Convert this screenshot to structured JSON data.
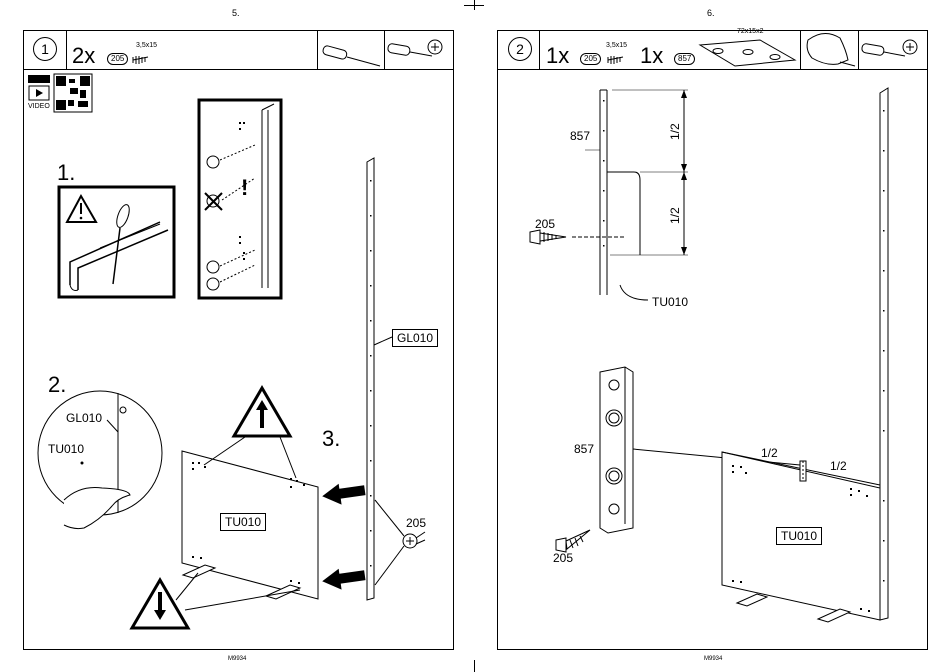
{
  "left_page": {
    "page_number": "5.",
    "footer": "M9934",
    "step": "1",
    "qty": "2x",
    "part_no": "205",
    "screw_size": "3,5x15",
    "video_label": "VIDEO",
    "sub_steps": [
      "1.",
      "2.",
      "3."
    ],
    "parts": {
      "gl": "GL010",
      "tu": "TU010"
    },
    "screw_callout": "205"
  },
  "right_page": {
    "page_number": "6.",
    "footer": "M9934",
    "step": "2",
    "qty1": "1x",
    "part1": "205",
    "screw_size": "3,5x15",
    "qty2": "1x",
    "part2": "857",
    "plate_size": "72x15x2",
    "half": "1/2",
    "labels": {
      "p857": "857",
      "p205": "205",
      "tu": "TU010"
    }
  }
}
